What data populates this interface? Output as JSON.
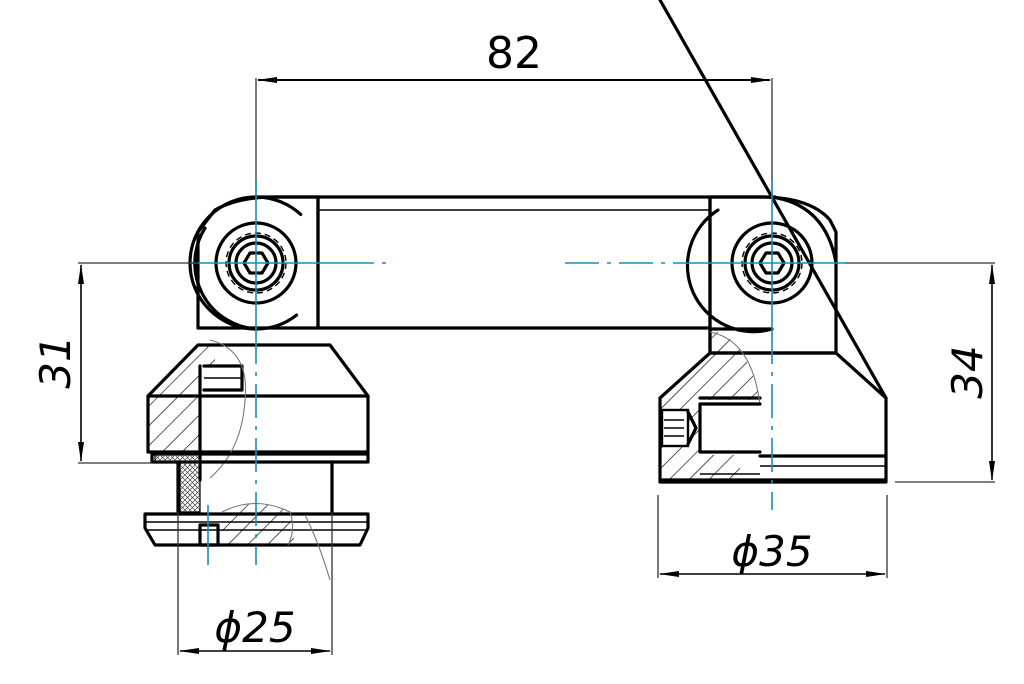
{
  "drawing": {
    "type": "technical-drawing",
    "subject": "twin-clamp bracket assembly (front view with partial sections)",
    "colors": {
      "outline": "#000000",
      "centerline": "#1a8fb5",
      "dimension": "#333333",
      "background": "#ffffff"
    },
    "dimensions": {
      "center_distance": {
        "label": "82",
        "orientation": "horizontal"
      },
      "left_height": {
        "label": "31",
        "orientation": "vertical"
      },
      "right_height": {
        "label": "34",
        "orientation": "vertical"
      },
      "left_diameter": {
        "label": "ϕ25",
        "orientation": "horizontal"
      },
      "right_diameter": {
        "label": "ϕ35",
        "orientation": "horizontal"
      }
    },
    "components": [
      {
        "name": "left-hinge-block",
        "feature": "hex socket bolt"
      },
      {
        "name": "right-hinge-block",
        "feature": "hex socket bolt"
      },
      {
        "name": "connecting-bar"
      },
      {
        "name": "left-clamp-body",
        "feature": "partial section with flange"
      },
      {
        "name": "right-clamp-body",
        "feature": "partial section with set screw"
      }
    ]
  }
}
